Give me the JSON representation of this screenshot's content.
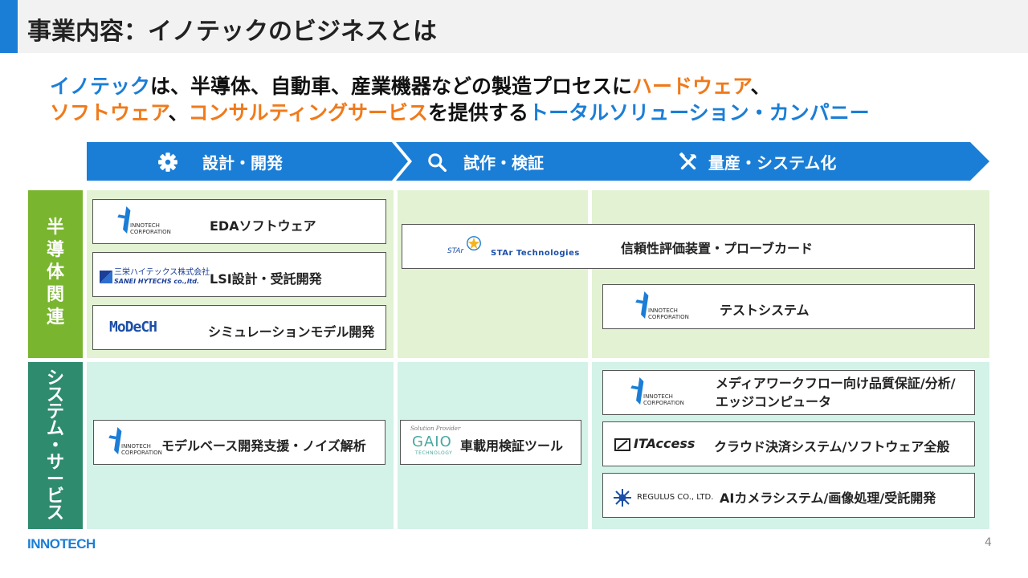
{
  "title": "事業内容：イノテックのビジネスとは",
  "headline": {
    "line1": [
      {
        "text": "イノテック",
        "color": "blue"
      },
      {
        "text": "は、半導体、自動車、産業機器などの製造プロセスに",
        "color": "black"
      },
      {
        "text": "ハードウェア",
        "color": "orange"
      },
      {
        "text": "、",
        "color": "black"
      }
    ],
    "line2": [
      {
        "text": "ソフトウェア",
        "color": "orange"
      },
      {
        "text": "、",
        "color": "black"
      },
      {
        "text": "コンサルティングサービス",
        "color": "orange"
      },
      {
        "text": "を提供する",
        "color": "black"
      },
      {
        "text": "トータルソリューション・カンパニー",
        "color": "blue"
      }
    ]
  },
  "phases": [
    {
      "label": "設計・開発",
      "icon": "gear-icon"
    },
    {
      "label": "試作・検証",
      "icon": "search-icon"
    },
    {
      "label": "量産・システム化",
      "icon": "tools-icon"
    }
  ],
  "rows": [
    {
      "label": [
        "半",
        "導",
        "体",
        "関",
        "連"
      ],
      "color": "#7ab530"
    },
    {
      "label": [
        "シ",
        "ス",
        "テ",
        "ム",
        "・",
        "サ",
        "ー",
        "ビ",
        "ス"
      ],
      "color": "#2e8b6e"
    }
  ],
  "logos": {
    "innotech_line1": "INNOTECH",
    "innotech_line2": "CORPORATION",
    "sanei_line1": "三栄ハイテックス株式会社",
    "sanei_line2": "SANEI HYTECHS co.,ltd.",
    "modech": "MoDeCH",
    "star_mark": "STAr",
    "star_name": "STAr Technologies",
    "gaio_script": "Solution Provider",
    "gaio": "GAIO",
    "gaio_sub": "TECHNOLOGY",
    "itaccess": "ITAccess",
    "regulus": "REGULUS CO., LTD."
  },
  "items": {
    "eda": "EDAソフトウェア",
    "lsi": "LSI設計・受託開発",
    "sim": "シミュレーションモデル開発",
    "reliability": "信頼性評価装置・プローブカード",
    "test": "テストシステム",
    "media_l1": "メディアワークフロー向け品質保証/分析/",
    "media_l2": "エッジコンピュータ",
    "model": "モデルベース開発支援・ノイズ解析",
    "car": "車載用検証ツール",
    "cloud": "クラウド決済システム/ソフトウェア全般",
    "ai": "AIカメラシステム/画像処理/受託開発"
  },
  "footer": {
    "logo": "INNOTECH",
    "page": "4"
  },
  "colors": {
    "blue": "#1b7ed6",
    "orange": "#f07a1a",
    "green_cell": "#e2f2d2",
    "teal_cell": "#d3f2e8"
  }
}
